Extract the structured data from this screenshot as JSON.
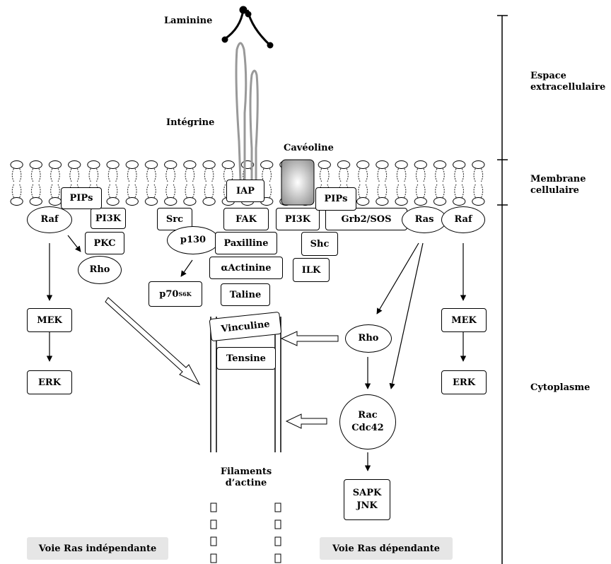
{
  "labels": {
    "laminine": "Laminine",
    "integrine": "Intégrine",
    "caveoline": "Cavéoline",
    "filaments_line1": "Filaments",
    "filaments_line2": "d’actine"
  },
  "regions": {
    "extracellular_line1": "Espace",
    "extracellular_line2": "extracellulaire",
    "membrane_line1": "Membrane",
    "membrane_line2": "cellulaire",
    "cytoplasm": "Cytoplasme"
  },
  "nodes": {
    "pips_left": "PIPs",
    "raf_left": "Raf",
    "pi3k_left": "PI3K",
    "pkc": "PKC",
    "rho_left": "Rho",
    "src": "Src",
    "p130": "p130",
    "p70_base": "p70",
    "p70_sup": "S6K",
    "iap": "IAP",
    "fak": "FAK",
    "paxilline": "Paxilline",
    "actinine": "αActinine",
    "taline": "Taline",
    "vinculine": "Vinculine",
    "tensine": "Tensine",
    "pi3k_center": "PI3K",
    "shc": "Shc",
    "ilk": "ILK",
    "pips_right": "PIPs",
    "grb2sos": "Grb2/SOS",
    "ras": "Ras",
    "raf_right": "Raf",
    "mek_left": "MEK",
    "erk_left": "ERK",
    "mek_right": "MEK",
    "erk_right": "ERK",
    "rho_right": "Rho",
    "rac": "Rac",
    "cdc42": "Cdc42",
    "sapk": "SAPK",
    "jnk": "JNK"
  },
  "pathways": {
    "independent": "Voie Ras indépendante",
    "dependent": "Voie Ras dépendante"
  }
}
